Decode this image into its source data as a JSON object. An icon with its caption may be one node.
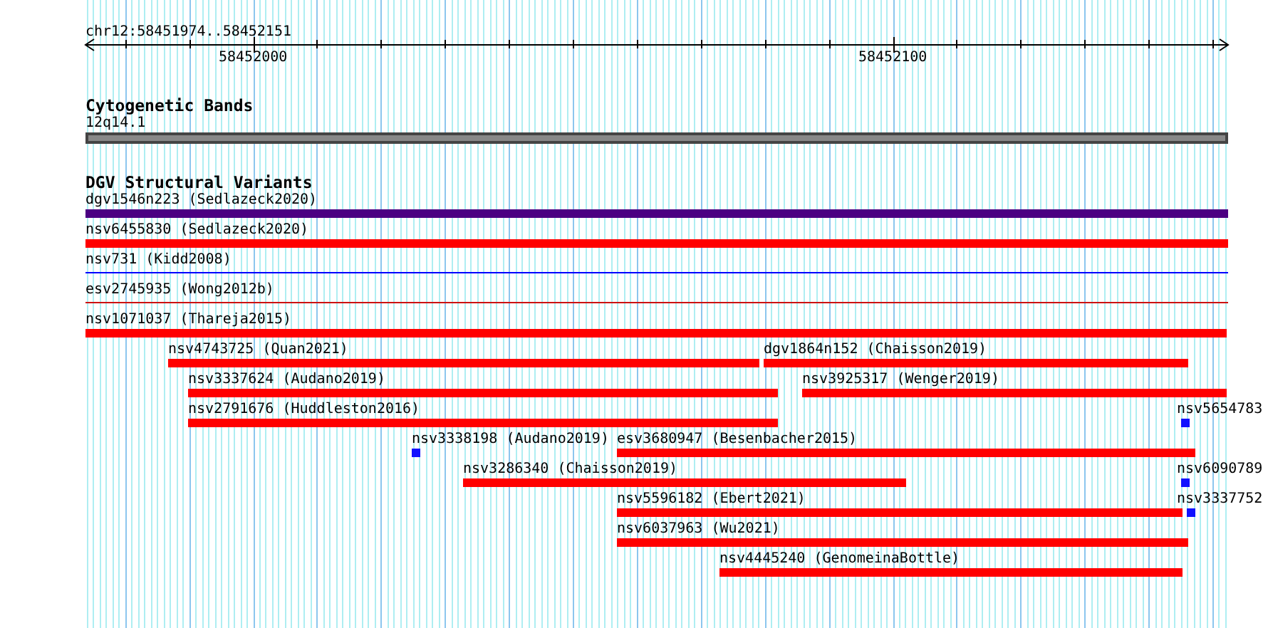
{
  "diagram": {
    "nodes": [
      {
        "text": [
          "12q14.1"
        ]
      },
      {
        "text": [
          "dgv1546n223 (Sedlazeck2020)"
        ]
      },
      {
        "text": [
          "nsv6455830 (Sedlazeck2020)"
        ]
      },
      {
        "text": [
          "nsv731 (Kidd2008)"
        ]
      },
      {
        "text": [
          "esv2745935 (Wong2012b)"
        ]
      },
      {
        "text": [
          "nsv1071037 (Thareja2015)"
        ]
      },
      {
        "text": [
          "nsv4743725 (Quan2021)"
        ]
      },
      {
        "text": [
          "dgv1864n152 (Chaisson2019)"
        ]
      },
      {
        "text": [
          "nsv3337624 (Audano2019)"
        ]
      },
      {
        "text": [
          "nsv3925317 (Wenger2019)"
        ]
      },
      {
        "text": [
          "nsv2791676 (Huddleston2016)"
        ]
      },
      {
        "text": [
          "nsv5654783"
        ]
      },
      {
        "text": [
          "nsv3338198 (Audano2019)"
        ]
      },
      {
        "text": [
          "esv3680947 (Besenbacher2015)"
        ]
      },
      {
        "text": [
          "nsv3286340 (Chaisson2019)"
        ]
      },
      {
        "text": [
          "nsv6090789"
        ]
      },
      {
        "text": [
          "nsv5596182 (Ebert2021)"
        ]
      },
      {
        "text": [
          "nsv3337752"
        ]
      },
      {
        "text": [
          "nsv6037963 (Wu2021)"
        ]
      },
      {
        "text": [
          "nsv4445240 (GenomeinaBottle)"
        ]
      }
    ],
    "labels": [
      "chr12:58451974..58452151",
      "58452000",
      "58452100",
      "Cytogenetic Bands",
      "DGV Structural Variants"
    ]
  }
}
